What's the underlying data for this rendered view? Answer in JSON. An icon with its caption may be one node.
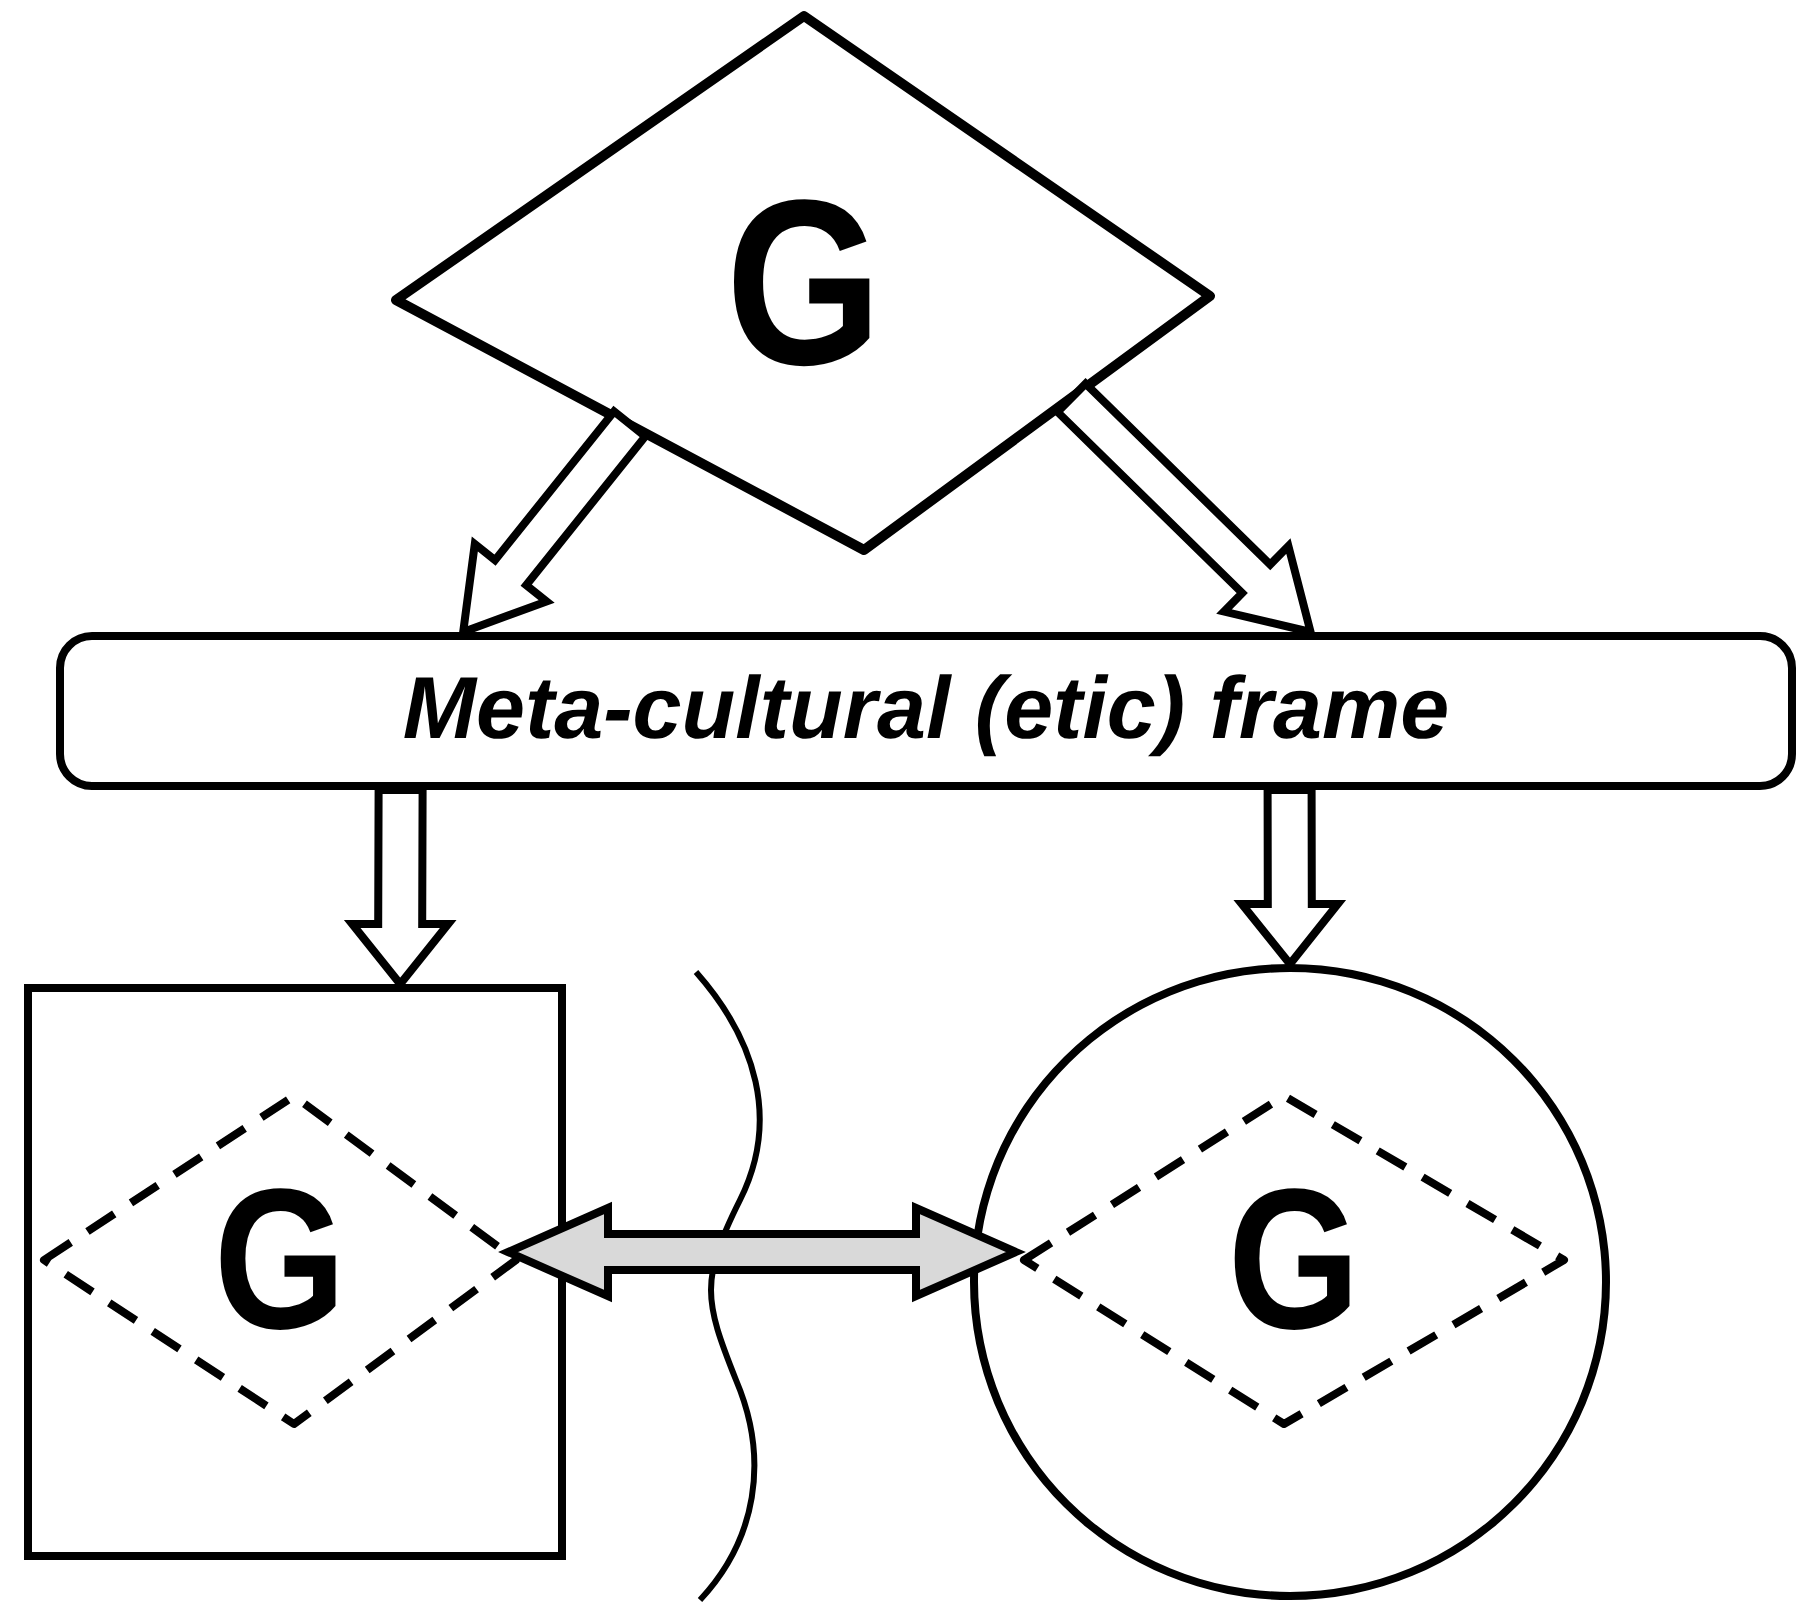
{
  "diagram": {
    "nodes": [
      {
        "text": [
          "G"
        ]
      },
      {
        "text": [
          "Meta-cultural (etic) frame"
        ]
      },
      {
        "text": [],
        "shape": "box"
      },
      {
        "text": [
          "G"
        ],
        "in": 2
      },
      {
        "text": [],
        "shape": "circle"
      },
      {
        "text": [
          "G"
        ],
        "in": 4
      }
    ],
    "edges": [
      {
        "from": 0,
        "to": 1,
        "arrow": "to"
      },
      {
        "from": 0,
        "to": 1,
        "arrow": "to"
      },
      {
        "from": 1,
        "to": 2,
        "arrow": "to"
      },
      {
        "from": 1,
        "to": 4,
        "arrow": "to"
      },
      {
        "from": 3,
        "to": 5,
        "arrow": "both"
      }
    ]
  }
}
